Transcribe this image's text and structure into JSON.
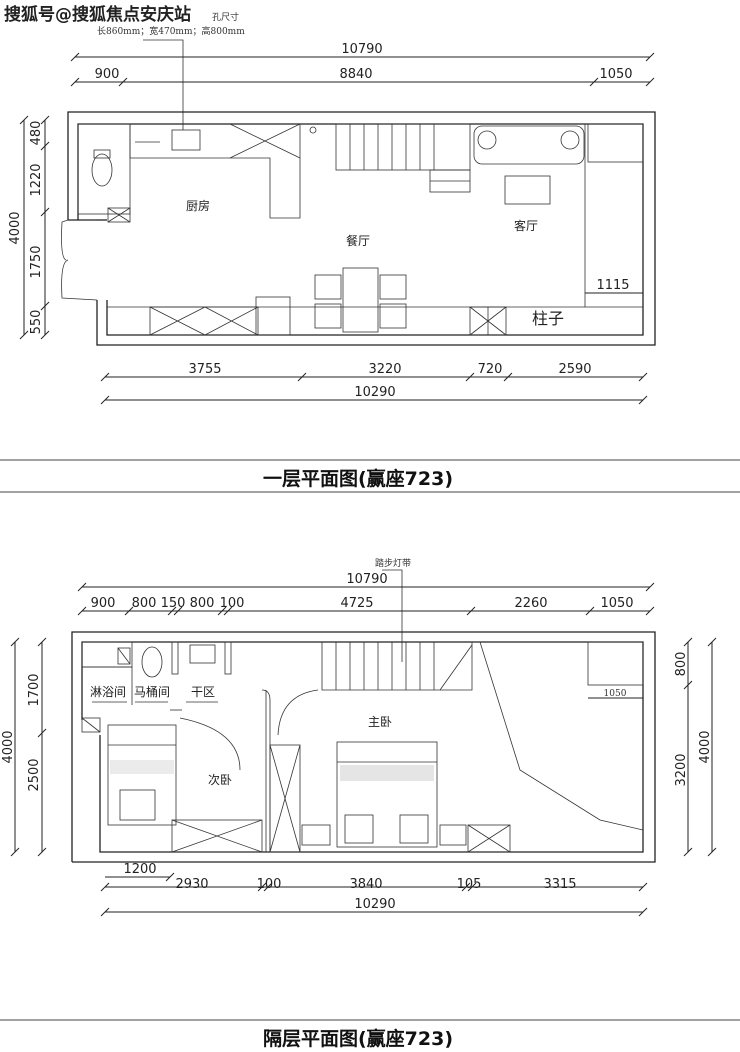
{
  "watermark": "搜狐号@搜狐焦点安庆站",
  "plan1": {
    "title": "一层平面图(赢座723)",
    "note_line1": "孔尺寸",
    "note_line2": "长860mm；宽470mm；高800mm",
    "dims_top": {
      "total": "10790",
      "a": "900",
      "b": "8840",
      "c": "1050"
    },
    "dims_left": {
      "total": "4000",
      "a": "480",
      "b": "1220",
      "c": "1750",
      "d": "550"
    },
    "dims_bottom": {
      "a": "3755",
      "b": "3220",
      "c": "720",
      "d": "2590",
      "total": "10290"
    },
    "dim_inner": "1115",
    "rooms": {
      "kitchen": "厨房",
      "dining": "餐厅",
      "living": "客厅",
      "pillar": "柱子"
    }
  },
  "plan2": {
    "title": "隔层平面图(赢座723)",
    "annotation": "踏步灯带",
    "dims_top": {
      "total": "10790",
      "a": "900",
      "b": "800",
      "c": "150",
      "d": "800",
      "e": "100",
      "f": "4725",
      "g": "2260",
      "h": "1050"
    },
    "dims_left": {
      "total": "4000",
      "a": "1700",
      "b": "2500"
    },
    "dims_right": {
      "a": "800",
      "b": "3200",
      "total": "4000"
    },
    "dims_bottom": {
      "sub": "1200",
      "a": "2930",
      "b": "100",
      "c": "3840",
      "d": "105",
      "e": "3315",
      "total": "10290"
    },
    "dim_inner": "1050",
    "rooms": {
      "shower": "淋浴间",
      "toilet": "马桶间",
      "dry": "干区",
      "second_bedroom": "次卧",
      "master_bedroom": "主卧"
    }
  }
}
